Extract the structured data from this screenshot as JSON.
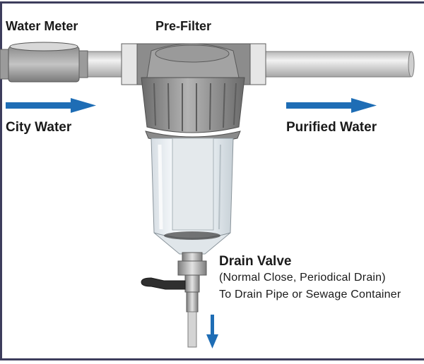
{
  "labels": {
    "water_meter": "Water Meter",
    "pre_filter": "Pre-Filter",
    "city_water": "City Water",
    "purified_water": "Purified Water",
    "drain_valve": "Drain Valve",
    "drain_note": "(Normal Close, Periodical Drain)",
    "drain_destination": "To Drain Pipe or Sewage Container"
  },
  "colors": {
    "frame_border": "#3d3d5c",
    "flow_arrow": "#1e6db5",
    "pipe": "#d9d9d9",
    "filter_housing": "#8a8a8a",
    "meter_body": "#9a9a9a"
  },
  "icons": {
    "inflow": "arrow-right-icon",
    "outflow": "arrow-right-icon",
    "drain": "arrow-down-icon"
  }
}
